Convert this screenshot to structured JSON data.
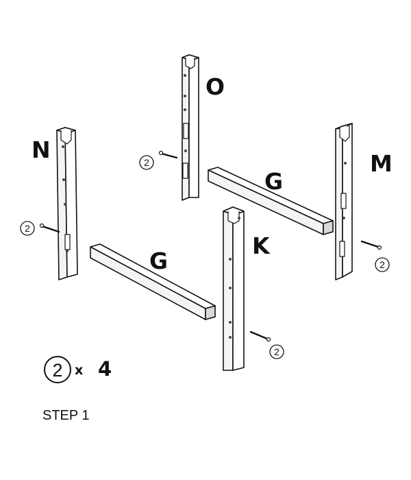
{
  "parts": {
    "o": "O",
    "n": "N",
    "m": "M",
    "k": "K",
    "g_top": "G",
    "g_bottom": "G"
  },
  "callouts": {
    "o_screw": "2",
    "n_screw": "2",
    "m_screw": "2",
    "k_screw": "2"
  },
  "hardware": {
    "item": "2",
    "times": "x",
    "quantity": "4"
  },
  "step": "STEP 1"
}
